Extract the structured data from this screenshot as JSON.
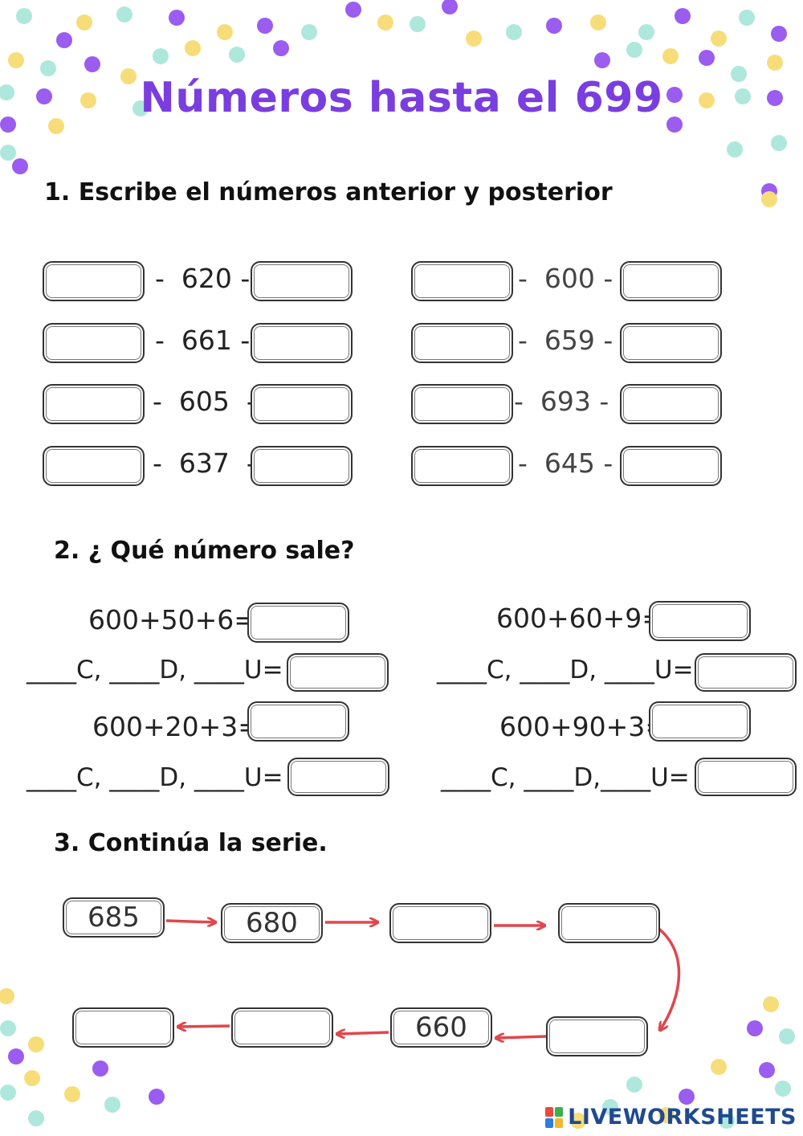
{
  "title": "Números hasta el 699",
  "section1": {
    "heading": "1. Escribe el números anterior y posterior",
    "items": [
      {
        "number": "620",
        "before": "",
        "after": ""
      },
      {
        "number": "661",
        "before": "",
        "after": ""
      },
      {
        "number": "605",
        "before": "",
        "after": ""
      },
      {
        "number": "637",
        "before": "",
        "after": ""
      },
      {
        "number": "600",
        "before": "",
        "after": ""
      },
      {
        "number": "659",
        "before": "",
        "after": ""
      },
      {
        "number": "693",
        "before": "",
        "after": ""
      },
      {
        "number": "645",
        "before": "",
        "after": ""
      }
    ],
    "separator": "-"
  },
  "section2": {
    "heading": "2. ¿ Qué número sale?",
    "items": [
      {
        "expression": "600+50+6=",
        "answer": "",
        "cdu": "____C, ____D, ____U=",
        "cdu_answer": ""
      },
      {
        "expression": "600+20+3=",
        "answer": "",
        "cdu": "____C, ____D, ____U=",
        "cdu_answer": ""
      },
      {
        "expression": "600+60+9=",
        "answer": "",
        "cdu": "____C, ____D, ____U=",
        "cdu_answer": ""
      },
      {
        "expression": "600+90+3=",
        "answer": "",
        "cdu": "____C, ____D,____U=",
        "cdu_answer": ""
      }
    ]
  },
  "section3": {
    "heading": "3. Continúa la serie.",
    "series": [
      "685",
      "680",
      "",
      "",
      "",
      "660",
      "",
      ""
    ]
  },
  "colors": {
    "title": "#7a3de0",
    "dot_purple": "#9b5cf0",
    "dot_yellow": "#f7dd7a",
    "dot_teal": "#aee8dc",
    "arrow": "#e0474c",
    "brand": "#1f4a8f"
  },
  "watermark": "LIVEWORKSHEETS"
}
